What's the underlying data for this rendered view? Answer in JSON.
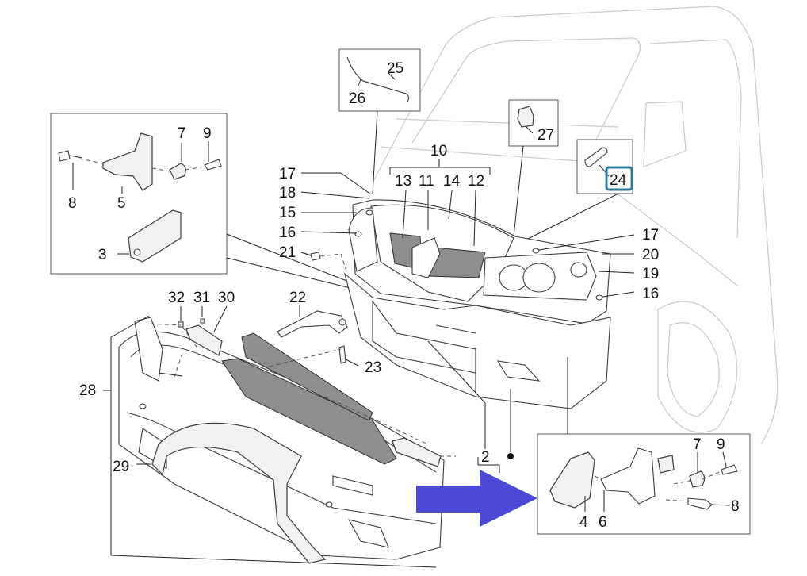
{
  "diagram": {
    "colors": {
      "highlight_box": "#2a7c9c",
      "arrow": "#4a4ad6",
      "ghost_lines": "#c9c9c9",
      "part_stroke": "#3a3a3a"
    },
    "callouts": {
      "c1": "25",
      "c2": "26",
      "c3": "10",
      "c4": "13",
      "c5": "11",
      "c6": "14",
      "c7": "12",
      "c8": "27",
      "c9": "24",
      "c10": "17",
      "c11": "18",
      "c12": "15",
      "c13": "16",
      "c14": "21",
      "c15": "17",
      "c16": "20",
      "c17": "19",
      "c18": "16",
      "c19": "7",
      "c20": "9",
      "c21": "8",
      "c22": "5",
      "c23": "3",
      "c24": "32",
      "c25": "31",
      "c26": "30",
      "c27": "22",
      "c28": "23",
      "c29": "28",
      "c30": "29",
      "c31": "2",
      "c32": "7",
      "c33": "9",
      "c34": "8",
      "c35": "4",
      "c36": "6"
    },
    "highlighted_callout": "24"
  }
}
